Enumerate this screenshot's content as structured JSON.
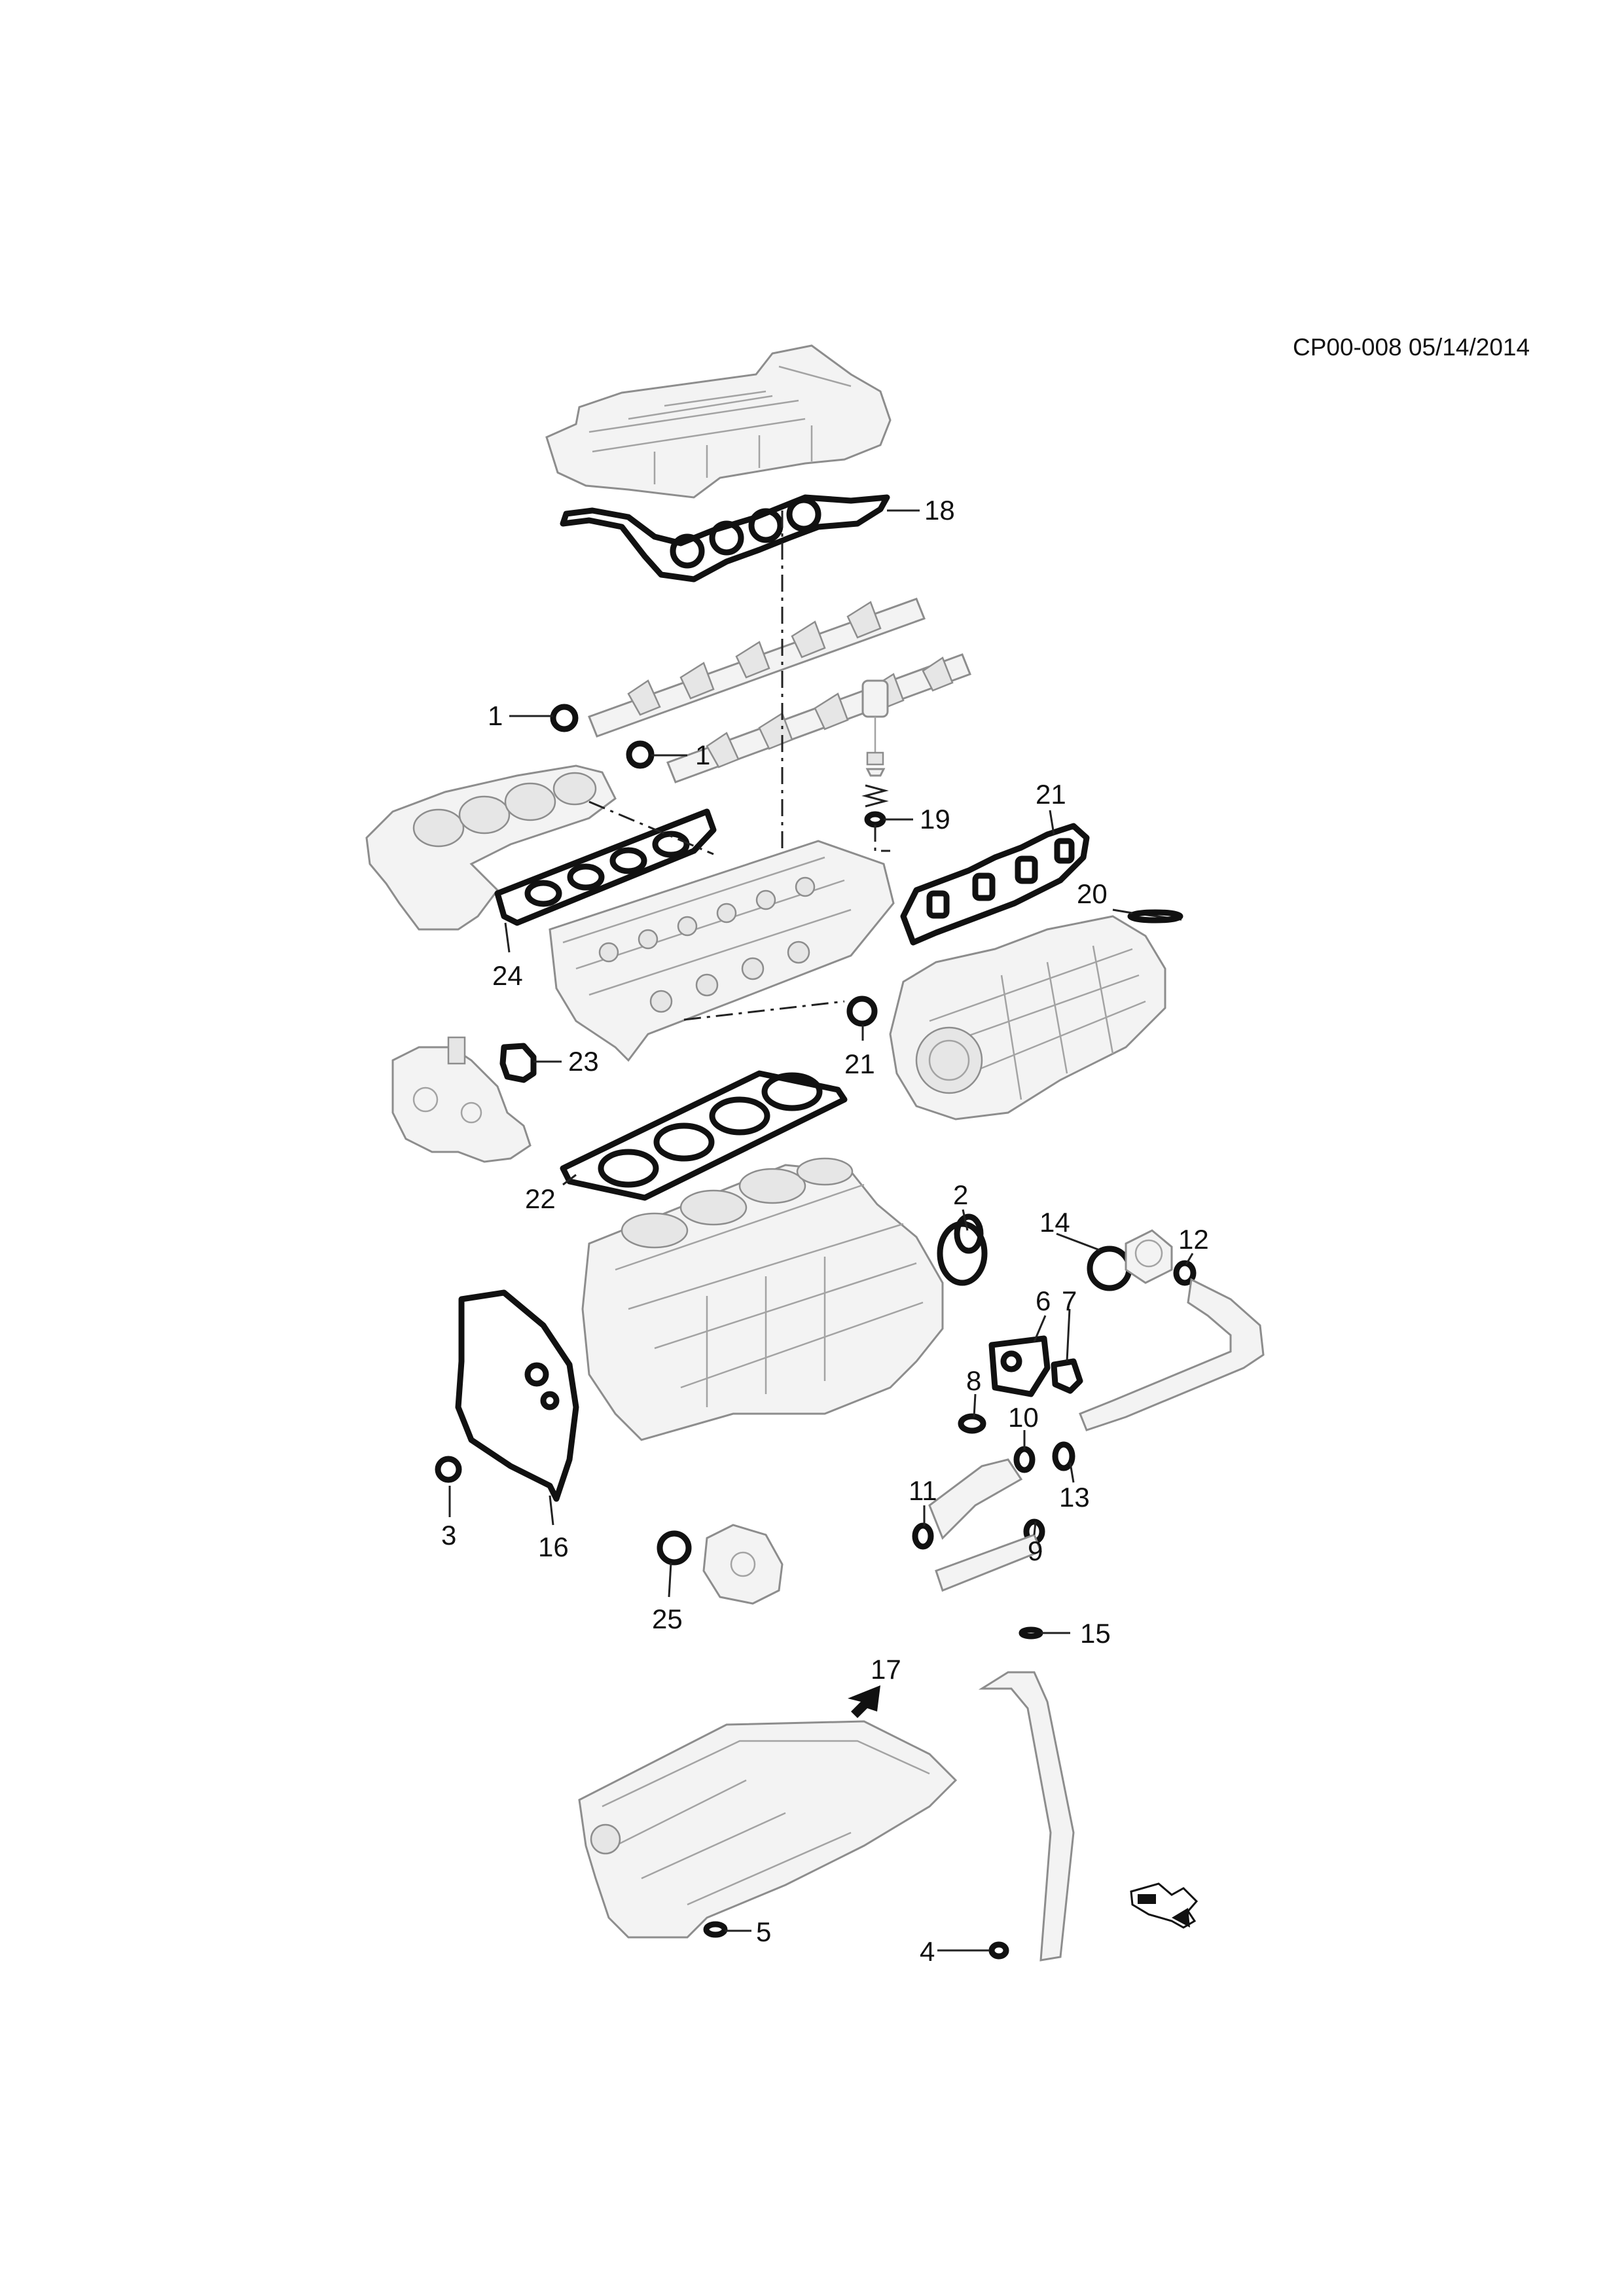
{
  "header": {
    "doc_code": "CP00-008 05/14/2014"
  },
  "callouts": [
    {
      "id": "c1a",
      "label": "1"
    },
    {
      "id": "c1b",
      "label": "1"
    },
    {
      "id": "c2",
      "label": "2"
    },
    {
      "id": "c3",
      "label": "3"
    },
    {
      "id": "c4",
      "label": "4"
    },
    {
      "id": "c5",
      "label": "5"
    },
    {
      "id": "c6",
      "label": "6"
    },
    {
      "id": "c7",
      "label": "7"
    },
    {
      "id": "c8",
      "label": "8"
    },
    {
      "id": "c9",
      "label": "9"
    },
    {
      "id": "c10",
      "label": "10"
    },
    {
      "id": "c11",
      "label": "11"
    },
    {
      "id": "c12",
      "label": "12"
    },
    {
      "id": "c13",
      "label": "13"
    },
    {
      "id": "c14",
      "label": "14"
    },
    {
      "id": "c15",
      "label": "15"
    },
    {
      "id": "c16",
      "label": "16"
    },
    {
      "id": "c17",
      "label": "17"
    },
    {
      "id": "c18",
      "label": "18"
    },
    {
      "id": "c19",
      "label": "19"
    },
    {
      "id": "c20",
      "label": "20"
    },
    {
      "id": "c21a",
      "label": "21"
    },
    {
      "id": "c21b",
      "label": "21"
    },
    {
      "id": "c22",
      "label": "22"
    },
    {
      "id": "c23",
      "label": "23"
    },
    {
      "id": "c24",
      "label": "24"
    },
    {
      "id": "c25",
      "label": "25"
    }
  ],
  "corner_icon": "front-direction-icon"
}
